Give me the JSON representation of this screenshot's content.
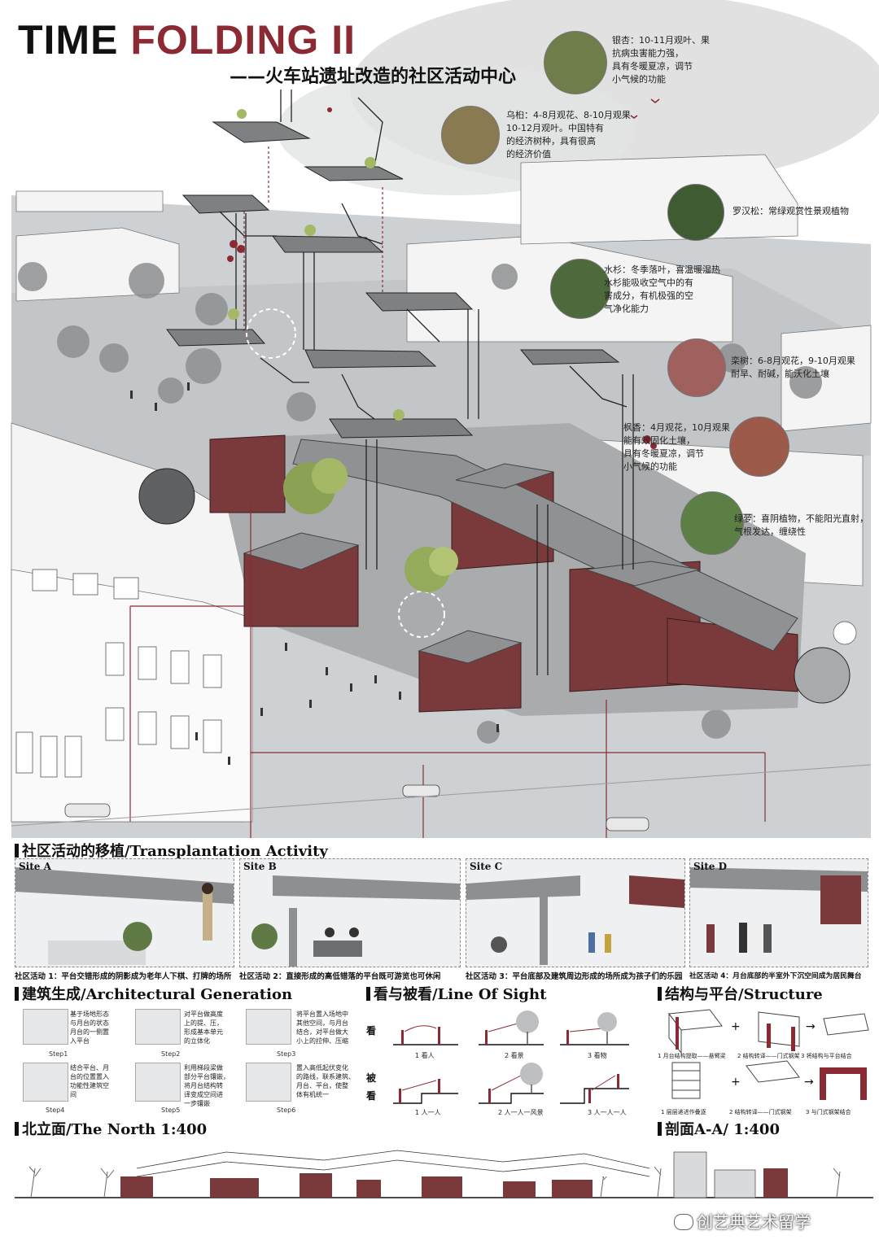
{
  "header": {
    "title_dark": "TIME",
    "title_red": "FOLDING II",
    "subtitle": "——火车站遗址改造的社区活动中心"
  },
  "plants": [
    {
      "label": "银杏：10-11月观叶、果\n抗病虫害能力强，\n具有冬暖夏凉，调节\n小气候的功能",
      "color": "#6f7d4a"
    },
    {
      "label": "乌桕：4-8月观花、8-10月观果\n10-12月观叶。中国特有\n的经济树种，具有很高\n的经济价值",
      "color": "#8a7a52"
    },
    {
      "label": "罗汉松：常绿观赏性景观植物",
      "color": "#3e5b32"
    },
    {
      "label": "水杉：冬季落叶，喜温暖湿热\n水杉能吸收空气中的有\n害成分，有机极强的空\n气净化能力",
      "color": "#4e6a3c"
    },
    {
      "label": "栾树：6-8月观花，9-10月观果\n耐旱、耐碱，能沃化土壤",
      "color": "#a0615e"
    },
    {
      "label": "枫香：4月观花，10月观果\n能有效固化土壤，\n具有冬暖夏凉，调节\n小气候的功能",
      "color": "#9c5a4a"
    },
    {
      "label": "绿萝：喜阴植物，不能阳光直射，\n气根发达，缠绕性",
      "color": "#5c7f46"
    }
  ],
  "transplant": {
    "heading": "社区活动的移植/Transplantation  Activity",
    "sites": [
      {
        "label": "Site A",
        "caption": "社区活动 1：平台交错形成的阴影成为老年人下棋、打牌的场所"
      },
      {
        "label": "Site B",
        "caption": "社区活动 2：直接形成的高低错落的平台既可游览也可休闲"
      },
      {
        "label": "Site C",
        "caption": "社区活动 3：平台底部及建筑周边形成的场所成为孩子们的乐园"
      },
      {
        "label": "Site D",
        "caption": "社区活动 4：月台底部的半室外下沉空间成为居民舞台"
      }
    ]
  },
  "generation": {
    "heading": "建筑生成/Architectural  Generation",
    "steps": [
      {
        "label": "Step1",
        "note": "基于场地形态\n与月台的状态\n月台的一侧置\n入平台"
      },
      {
        "label": "Step2",
        "note": "对平台做高度\n上的提、压，\n形成基本单元\n的立体化"
      },
      {
        "label": "Step3",
        "note": "将平台置入场地中\n其他空间，与月台\n结合，对平台做大\n小上的拉伸、压缩"
      },
      {
        "label": "Step4",
        "note": "结合平台、月\n台的位置置入\n功能性建筑空\n间"
      },
      {
        "label": "Step5",
        "note": "利用梯段梁做\n部分平台镶嵌，\n将月台结构转\n译变成空间进\n一步镶嵌"
      },
      {
        "label": "Step6",
        "note": "置入高低起伏变化\n的路线，联系建筑、\n月台、平台，使整\n体有机统一"
      }
    ]
  },
  "sight": {
    "heading": "看与被看/Line Of Sight",
    "side_top": "看",
    "side_bottom": "被\n看",
    "items": [
      "1 看人",
      "2 看景",
      "3 看物",
      "1 人一人",
      "2 人一人一风景",
      "3 人一人一人"
    ]
  },
  "structure": {
    "heading": "结构与平台/Structure",
    "items": [
      "1 月台结构提取——悬臂梁",
      "2 结构转译——门式钢架",
      "3 将结构与平台结合",
      "1 层层递进作叠逐",
      "2 结构转译——门式钢架",
      "3 与门式钢架结合"
    ]
  },
  "north": {
    "heading": "北立面/The North 1:400"
  },
  "section": {
    "heading": "剖面A-A/ 1:400"
  },
  "watermark": "创艺典艺术留学",
  "colors": {
    "accent": "#8b2a33",
    "brick": "#7a3a3c",
    "concrete": "#b9bcbd",
    "ground": "#c9ccd0"
  }
}
